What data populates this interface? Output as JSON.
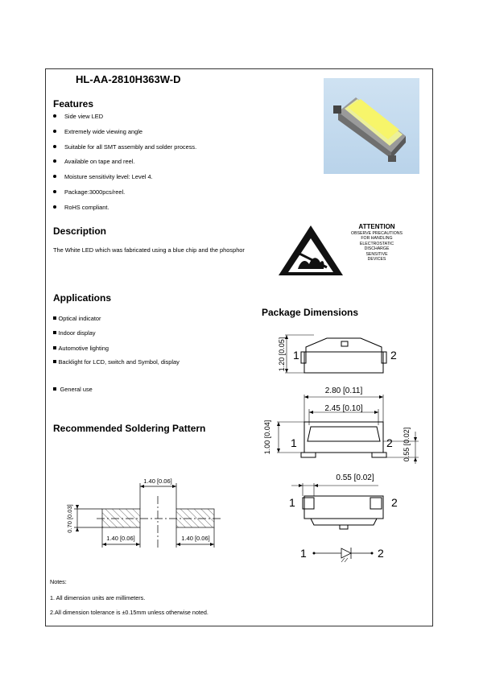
{
  "header": {
    "part_number": "HL-AA-2810H363W-D"
  },
  "features": {
    "heading": "Features",
    "items": [
      "Side view LED",
      "Extremely wide viewing angle",
      "Suitable for all SMT assembly and solder process.",
      "Available on tape and reel.",
      "Moisture sensitivity level: Level 4.",
      "Package:3000pcs/reel.",
      "RoHS compliant."
    ]
  },
  "description": {
    "heading": "Description",
    "text": "The White LED which was fabricated using a blue chip and the phosphor"
  },
  "attention": {
    "heading": "ATTENTION",
    "lines": [
      "OBSERVE PRECAUTIONS",
      "FOR HANDLING",
      "ELECTROSTATIC",
      "DISCHARGE",
      "SENSITIVE",
      "DEVICES"
    ]
  },
  "applications": {
    "heading": "Applications",
    "items": [
      "Optical indicator",
      "Indoor display",
      "Automotive lighting",
      "Backlight for LCD, switch and Symbol, display",
      "General use"
    ]
  },
  "package_dimensions": {
    "heading": "Package Dimensions",
    "height_label": "1.20 [0.05]",
    "length_label": "2.80 [0.11]",
    "inner_length_label": "2.45 [0.10]",
    "width_label": "1.00 [0.04]",
    "pad_height_label": "0.55 [0.02]",
    "pad_width_label": "0.55 [0.02]",
    "pin1": "1",
    "pin2": "2"
  },
  "soldering": {
    "heading": "Recommended Soldering Pattern",
    "gap_label": "1.40 [0.06]",
    "height_label": "0.70 [0.03]",
    "left_pad_label": "1.40 [0.06]",
    "right_pad_label": "1.40 [0.06]"
  },
  "notes": {
    "heading": "Notes:",
    "items": [
      "1. All dimension units are millimeters.",
      "2.All dimension tolerance is ±0.15mm unless otherwise noted."
    ]
  }
}
